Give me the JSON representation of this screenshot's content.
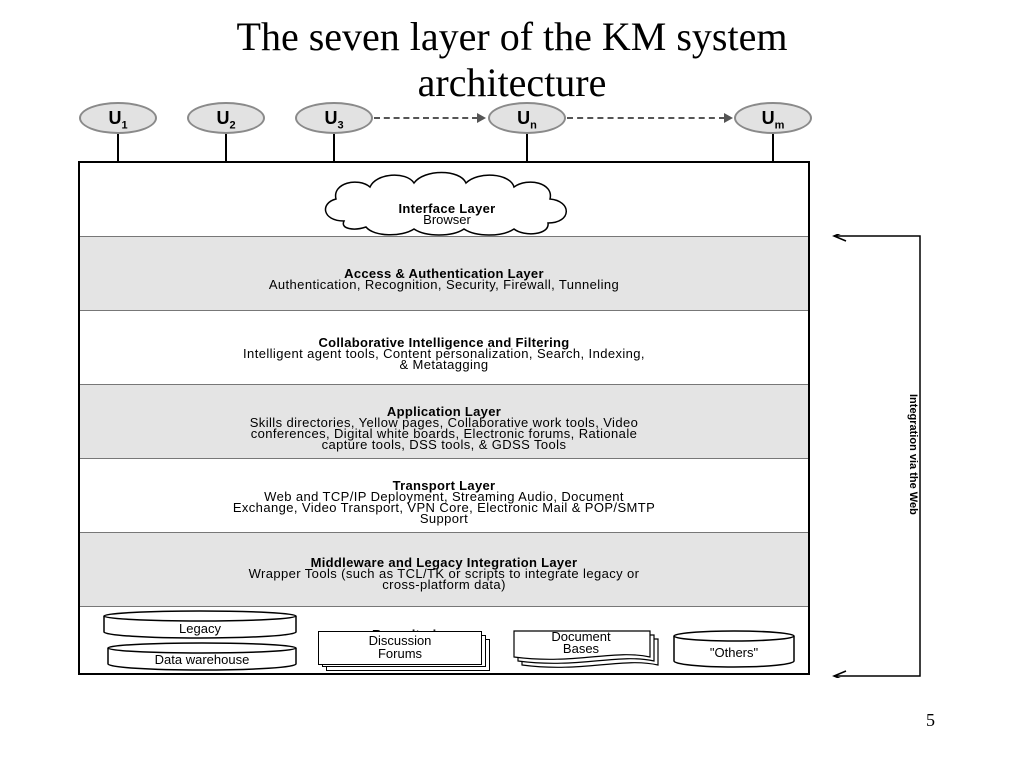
{
  "slide": {
    "title_line1": "The seven layer of the KM system",
    "title_line2": "architecture",
    "page_number": "5"
  },
  "users": [
    {
      "letter": "U",
      "sub": "1"
    },
    {
      "letter": "U",
      "sub": "2"
    },
    {
      "letter": "U",
      "sub": "3"
    },
    {
      "letter": "U",
      "sub": "n"
    },
    {
      "letter": "U",
      "sub": "m"
    }
  ],
  "layers": {
    "interface": {
      "title": "Interface Layer",
      "desc": "Browser"
    },
    "access": {
      "title": "Access & Authentication Layer",
      "desc": "Authentication, Recognition, Security, Firewall, Tunneling"
    },
    "collab": {
      "title": "Collaborative  Intelligence and Filtering",
      "desc1": "Intelligent agent tools, Content personalization, Search, Indexing,",
      "desc2": "& Metatagging"
    },
    "application": {
      "title": "Application Layer",
      "desc1": "Skills directories, Yellow pages, Collaborative work tools, Video",
      "desc2": "conferences, Digital white boards, Electronic forums, Rationale",
      "desc3": "capture tools, DSS tools, & GDSS Tools"
    },
    "transport": {
      "title": "Transport Layer",
      "desc1": "Web and TCP/IP Deployment, Streaming Audio, Document",
      "desc2": "Exchange, Video Transport, VPN Core, Electronic Mail & POP/SMTP",
      "desc3": "Support"
    },
    "middleware": {
      "title": "Middleware and Legacy Integration Layer",
      "desc1": "Wrapper Tools (such as TCL/TK or scripts to integrate legacy or",
      "desc2": "cross-platform data)"
    }
  },
  "repositories": {
    "title": "Repositories",
    "legacy": "Legacy",
    "data_warehouse": "Data warehouse",
    "discussion_line1": "Discussion",
    "discussion_line2": "Forums",
    "document_line1": "Document",
    "document_line2": "Bases",
    "others": "\"Others\""
  },
  "side_label": "Integration via the Web"
}
